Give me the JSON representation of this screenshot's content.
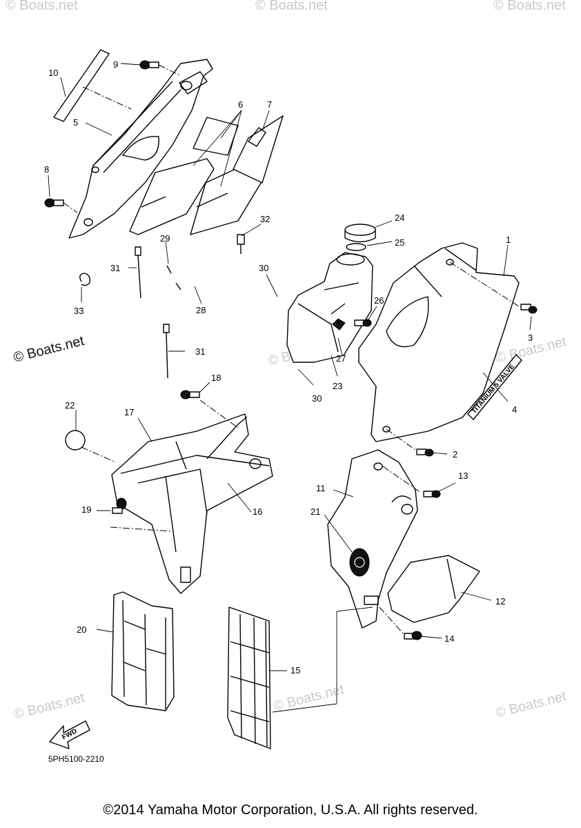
{
  "diagram": {
    "part_labels": [
      "1",
      "2",
      "3",
      "4",
      "5",
      "6",
      "7",
      "8",
      "9",
      "10",
      "11",
      "12",
      "13",
      "14",
      "15",
      "16",
      "17",
      "18",
      "19",
      "20",
      "21",
      "22",
      "23",
      "24",
      "25",
      "26",
      "27",
      "28",
      "29",
      "30",
      "30",
      "31",
      "31",
      "32",
      "33"
    ],
    "logo_text": "TITANIUM 5 VALVE",
    "fwd_label": "FWD",
    "code": "5PH5100-2210",
    "site_mark": "© Boats.net",
    "watermark": "© Boats.net",
    "copyright": "©2014 Yamaha Motor Corporation, U.S.A. All rights reserved."
  }
}
